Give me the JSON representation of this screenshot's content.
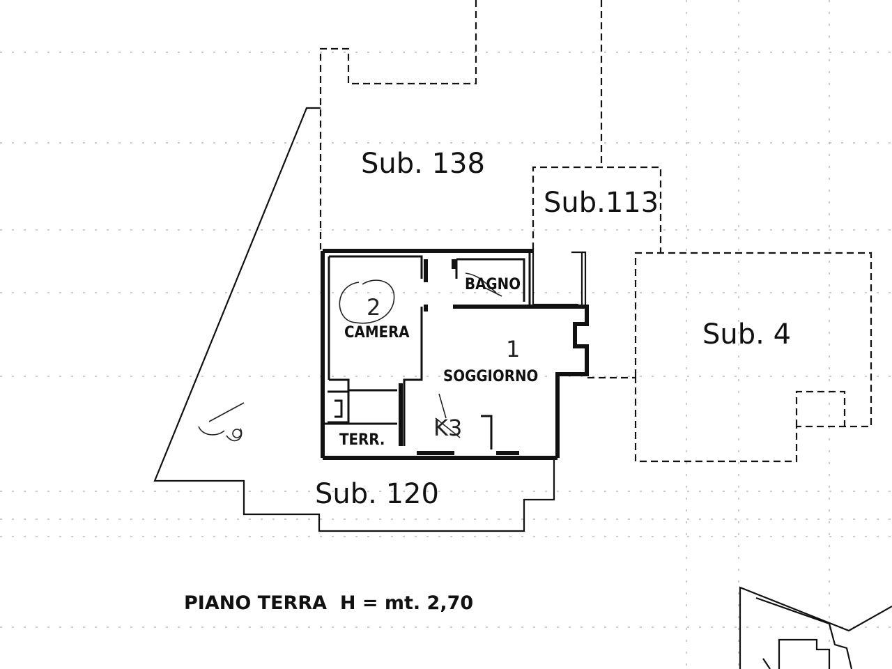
{
  "labels": {
    "sub_138": "Sub. 138",
    "sub_113": "Sub.113",
    "sub_4": "Sub. 4",
    "sub_120": "Sub. 120"
  },
  "rooms": {
    "bagno": "BAGNO",
    "camera": "CAMERA",
    "soggiorno": "SOGGIORNO",
    "terr": "TERR."
  },
  "annotations": {
    "num_1": "1",
    "num_2": "2",
    "num_3": "K3"
  },
  "caption": "PIANO TERRA  H = mt. 2,70"
}
